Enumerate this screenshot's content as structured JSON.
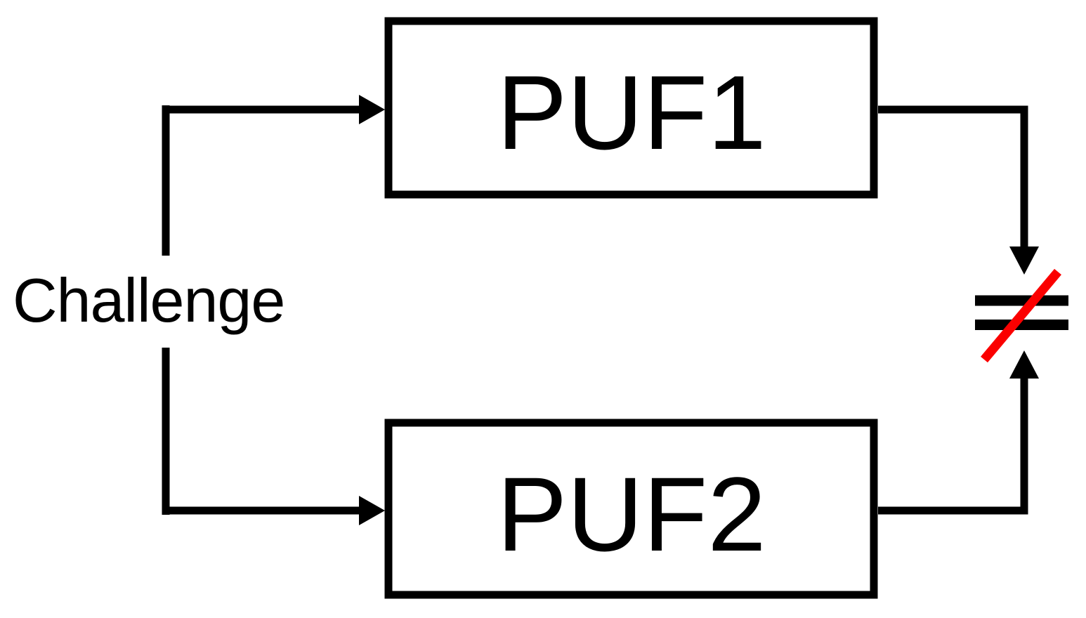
{
  "diagram": {
    "challenge": {
      "label": "Challenge"
    },
    "boxes": [
      {
        "id": "puf1",
        "label": "PUF1"
      },
      {
        "id": "puf2",
        "label": "PUF2"
      }
    ],
    "comparator": {
      "meaning": "not-equal",
      "bar_color": "#000000",
      "slash_color": "#fb0000"
    },
    "colors": {
      "line": "#000000",
      "background": "#ffffff",
      "slash": "#fb0000"
    }
  }
}
